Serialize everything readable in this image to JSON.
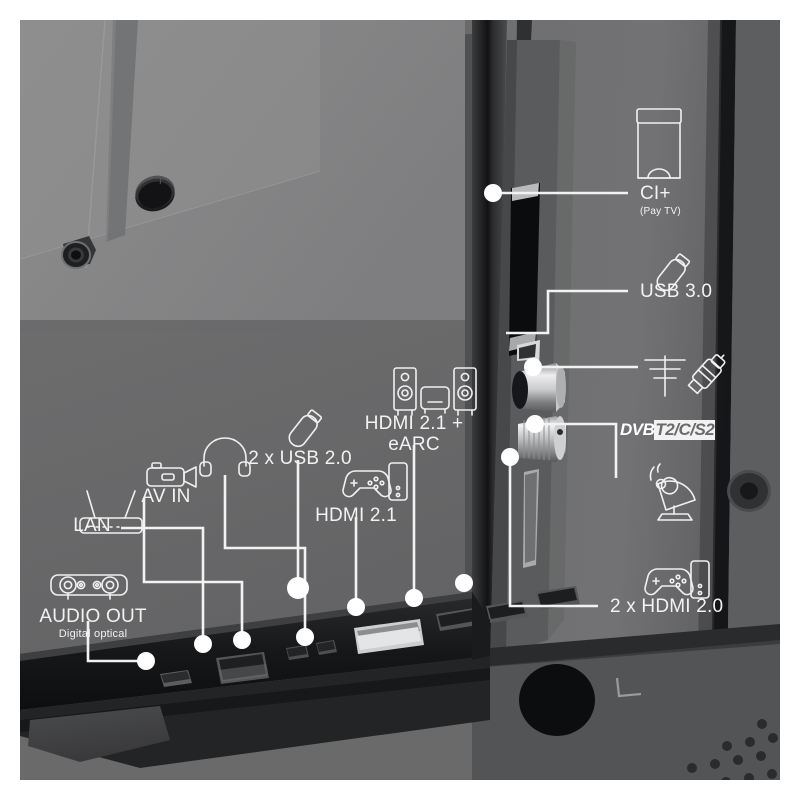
{
  "scene": {
    "title": "TV rear connection panel diagram",
    "background_color": "#ffffff",
    "body_color": "#6a6a6a",
    "panel_color": "#757575",
    "dark_color": "#2f3032",
    "line_color": "#f2f2f2"
  },
  "callouts": {
    "audio_out": {
      "label": "AUDIO OUT",
      "sublabel": "Digital optical",
      "icon": "audio-optical-icon"
    },
    "lan": {
      "label": "LAN",
      "icon": "router-icon"
    },
    "av_in": {
      "label": "AV IN",
      "icon": "camcorder-icon"
    },
    "headphone": {
      "label": "",
      "icon": "headphones-icon"
    },
    "usb20": {
      "label": "2 x USB 2.0",
      "icon": "usb-stick-icon"
    },
    "hdmi21": {
      "label": "HDMI 2.1",
      "icon": "gamepad-console-icon"
    },
    "hdmi21_earc": {
      "label": "HDMI 2.1 +",
      "label2": "eARC",
      "icon": "speakers-soundbar-icon"
    },
    "ci_plus": {
      "label": "CI+",
      "sublabel": "(Pay TV)",
      "icon": "ci-card-icon"
    },
    "usb30": {
      "label": "USB 3.0",
      "icon": "usb-stick-icon"
    },
    "antenna": {
      "label": "",
      "icon": "antenna-coax-icon"
    },
    "dvb": {
      "label_a": "DVB",
      "label_b": "T2/C/S2",
      "icon": "dvb-logo"
    },
    "satellite": {
      "label": "",
      "icon": "satellite-dish-icon"
    },
    "hdmi20": {
      "label": "2 x HDMI 2.0",
      "icon": "gamepad-console-icon"
    }
  }
}
